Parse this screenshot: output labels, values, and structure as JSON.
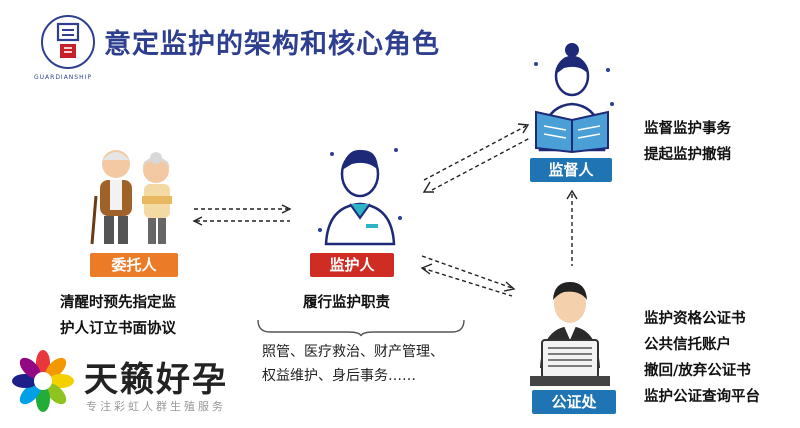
{
  "logo": {
    "text": "GUARDIANSHIP",
    "icon": "guardianship-logo"
  },
  "title": "意定监护的架构和核心角色",
  "roles": {
    "principal": {
      "label": "委托人",
      "desc": [
        "清醒时预先指定监",
        "护人订立书面协议"
      ],
      "color": "#ec7b27",
      "icon": "elderly-couple-icon"
    },
    "guardian": {
      "label": "监护人",
      "duty_title": "履行监护职责",
      "duties": [
        "照管、医疗救治、财产管理、",
        "权益维护、身后事务……"
      ],
      "color": "#cf2d24",
      "icon": "guardian-person-icon"
    },
    "supervisor": {
      "label": "监督人",
      "desc": [
        "监督监护事务",
        "提起监护撤销"
      ],
      "color": "#1f75b3",
      "icon": "reader-woman-icon"
    },
    "notary": {
      "label": "公证处",
      "desc": [
        "监护资格公证书",
        "公共信托账户",
        "撤回/放弃公证书",
        "监护公证查询平台"
      ],
      "color": "#1f75b3",
      "icon": "notary-clerk-icon"
    }
  },
  "watermark": {
    "name": "天籁好孕",
    "subtitle": "专注彩虹人群生殖服务",
    "icon": "rainbow-flower-icon"
  }
}
